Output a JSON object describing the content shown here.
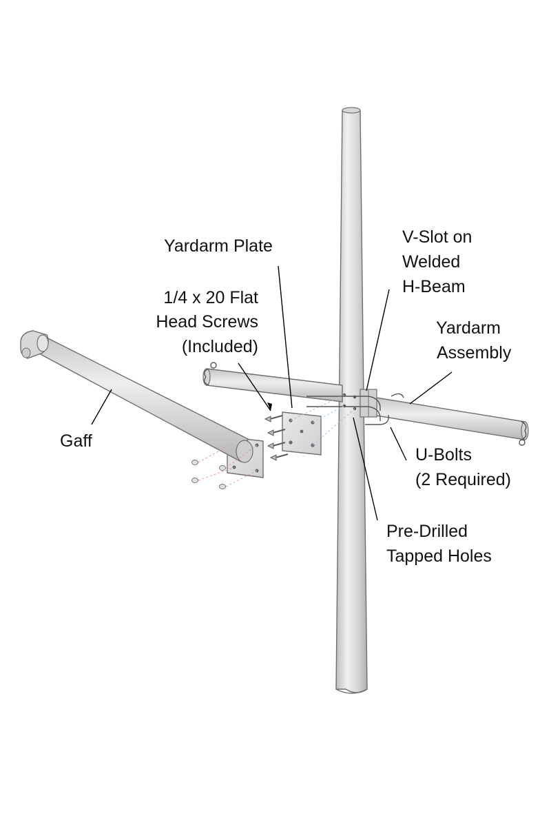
{
  "labels": {
    "yardarm_plate": "Yardarm Plate",
    "vslot": [
      "V-Slot on",
      "Welded",
      "H-Beam"
    ],
    "screws": [
      "1/4 x 20 Flat",
      "Head Screws",
      "(Included)"
    ],
    "yardarm_assembly": [
      "Yardarm",
      "Assembly"
    ],
    "gaff": "Gaff",
    "ubolts": [
      "U-Bolts",
      "(2 Required)"
    ],
    "holes": [
      "Pre-Drilled",
      "Tapped Holes"
    ]
  },
  "colors": {
    "metal_light": "#e6e6e6",
    "metal_mid": "#d2d2d2",
    "metal_dark": "#b4b4b4",
    "outline": "#6f6f6f"
  }
}
